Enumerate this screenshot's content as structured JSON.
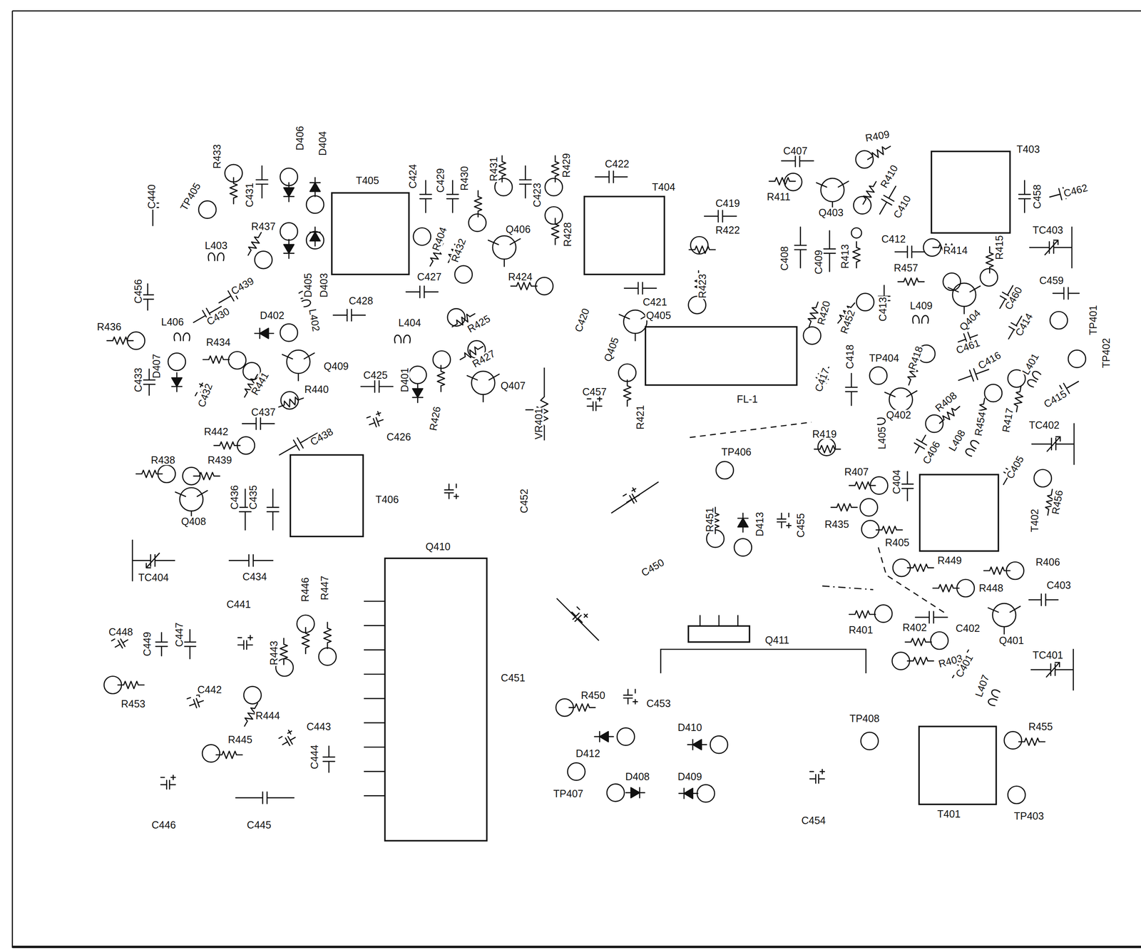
{
  "diagram": {
    "labels": [
      "C440",
      "TP405",
      "R433",
      "C431",
      "D406",
      "D404",
      "T405",
      "C424",
      "C429",
      "R430",
      "R431",
      "C423",
      "R429",
      "C422",
      "T404",
      "C407",
      "R409",
      "R411",
      "R410",
      "C410",
      "Q403",
      "T403",
      "C458",
      "C462",
      "TC403",
      "R415",
      "R414",
      "C412",
      "R413",
      "C409",
      "C408",
      "R422",
      "C419",
      "R423",
      "R428",
      "Q406",
      "R404",
      "R432",
      "C427",
      "R424",
      "C421",
      "C420",
      "Q405",
      "Q405",
      "R420",
      "R452",
      "C413",
      "R457",
      "L409",
      "Q404",
      "C460",
      "C414",
      "C459",
      "TP401",
      "TP402",
      "L401",
      "C416",
      "C461",
      "TP404",
      "R418",
      "Q402",
      "C417",
      "C418",
      "FL-1",
      "L408",
      "R408",
      "R454",
      "R417",
      "C415",
      "TC402",
      "R419",
      "L405",
      "C404",
      "C406",
      "C405",
      "R456",
      "R407",
      "T402",
      "R435",
      "R405",
      "R449",
      "R406",
      "R448",
      "C403",
      "R401",
      "R402",
      "C402",
      "Q401",
      "R403",
      "C401",
      "L407",
      "TC401",
      "TP406",
      "R451",
      "D413",
      "C455",
      "C450",
      "L403",
      "R437",
      "D405",
      "D403",
      "D402",
      "L402",
      "C428",
      "C439",
      "C456",
      "R436",
      "L406",
      "C430",
      "R434",
      "Q409",
      "R441",
      "C432",
      "D407",
      "C433",
      "R440",
      "C425",
      "L404",
      "R425",
      "R427",
      "D401",
      "R426",
      "Q407",
      "VR401",
      "C457",
      "R421",
      "C437",
      "C426",
      "C438",
      "R442",
      "R438",
      "R439",
      "Q408",
      "C436",
      "C435",
      "T406",
      "C452",
      "Q410",
      "TC404",
      "C434",
      "C441",
      "R446",
      "R447",
      "C448",
      "C449",
      "C447",
      "R443",
      "C442",
      "R453",
      "R444",
      "R445",
      "C443",
      "C444",
      "C446",
      "C445",
      "C451",
      "Q411",
      "R450",
      "C453",
      "D412",
      "D410",
      "TP408",
      "R455",
      "D408",
      "D409",
      "TP407",
      "C454",
      "T401",
      "TP403"
    ]
  }
}
